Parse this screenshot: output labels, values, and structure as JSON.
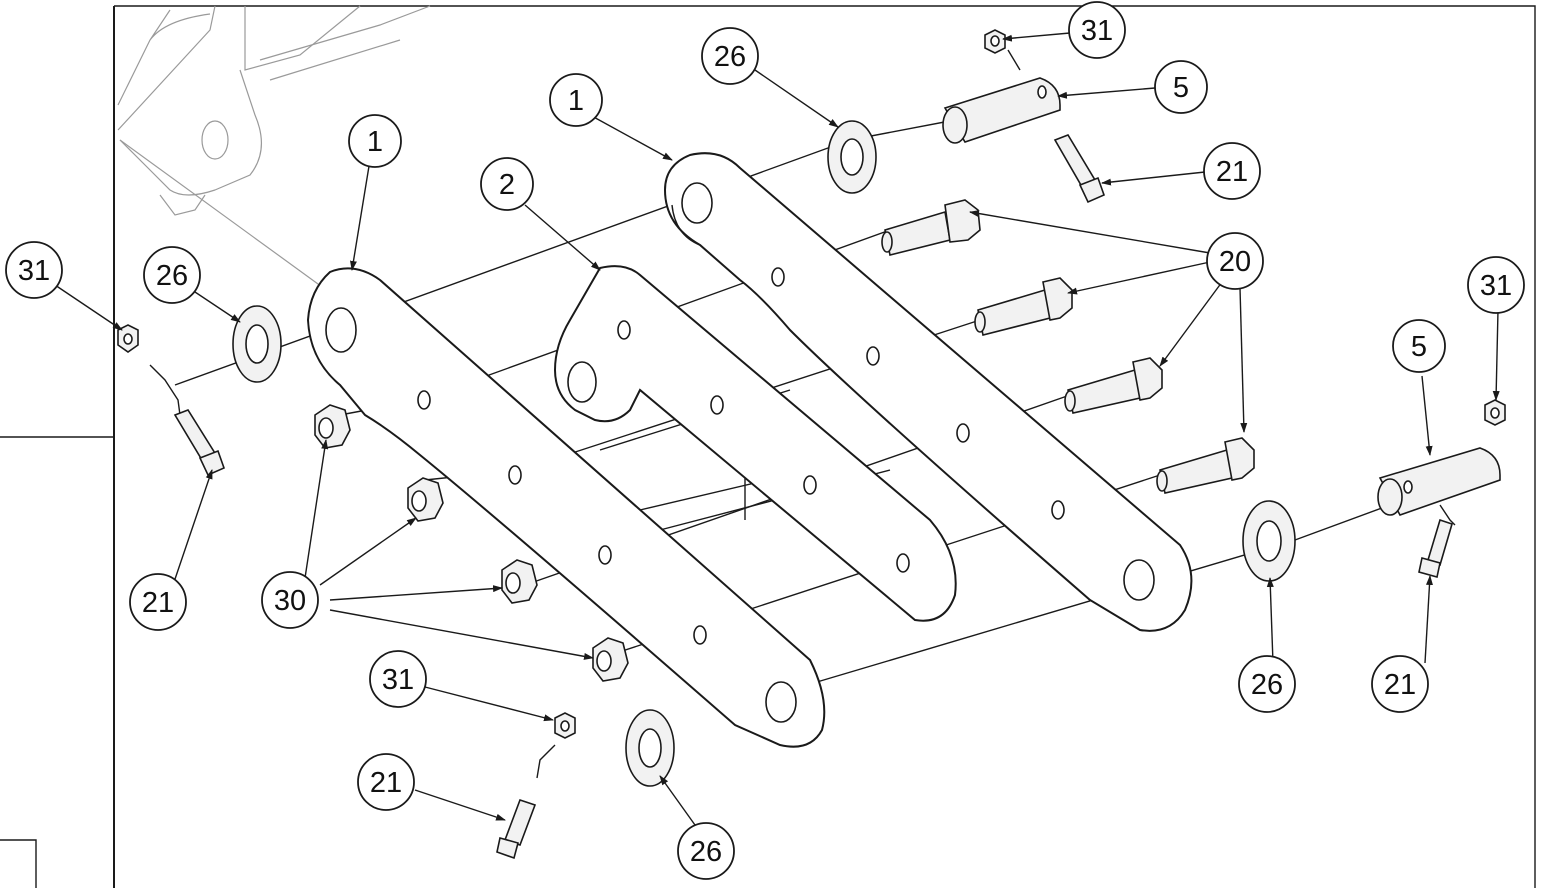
{
  "drawing": {
    "balloons": [
      {
        "id": "b1a",
        "label": "1"
      },
      {
        "id": "b1b",
        "label": "1"
      },
      {
        "id": "b2",
        "label": "2"
      },
      {
        "id": "b5a",
        "label": "5"
      },
      {
        "id": "b5b",
        "label": "5"
      },
      {
        "id": "b20",
        "label": "20"
      },
      {
        "id": "b21a",
        "label": "21"
      },
      {
        "id": "b21b",
        "label": "21"
      },
      {
        "id": "b21c",
        "label": "21"
      },
      {
        "id": "b21d",
        "label": "21"
      },
      {
        "id": "b26a",
        "label": "26"
      },
      {
        "id": "b26b",
        "label": "26"
      },
      {
        "id": "b26c",
        "label": "26"
      },
      {
        "id": "b26d",
        "label": "26"
      },
      {
        "id": "b30",
        "label": "30"
      },
      {
        "id": "b31a",
        "label": "31"
      },
      {
        "id": "b31b",
        "label": "31"
      },
      {
        "id": "b31c",
        "label": "31"
      },
      {
        "id": "b31d",
        "label": "31"
      }
    ]
  }
}
